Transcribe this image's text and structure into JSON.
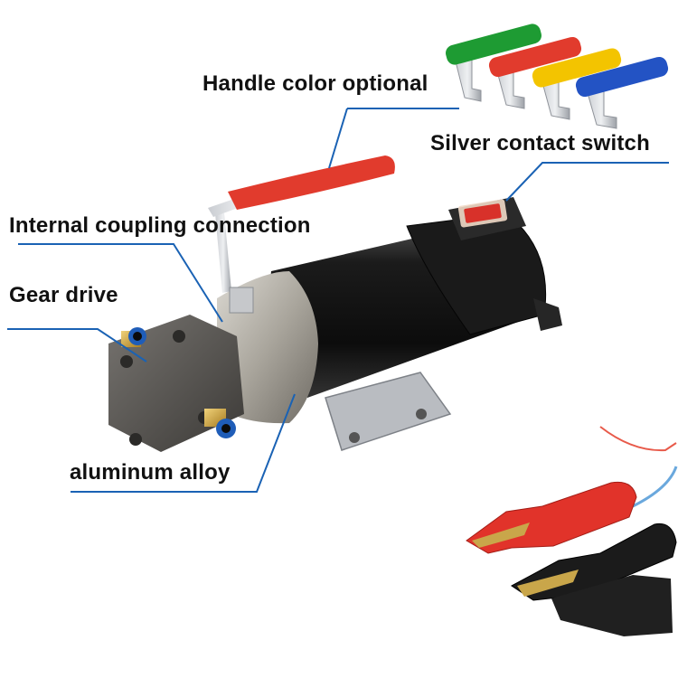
{
  "labels": {
    "handle_color": "Handle color optional",
    "silver_switch": "Silver contact switch",
    "internal_coupling": "Internal coupling connection",
    "gear_drive": "Gear drive",
    "aluminum_alloy": "aluminum alloy"
  },
  "colors": {
    "leader_line": "#1a62b4",
    "handle_green": "#1e9b33",
    "handle_red": "#e13b2d",
    "handle_yellow": "#f3c400",
    "handle_blue": "#2353c4",
    "motor_body": "#141414",
    "pump_body": "#b9b5ad",
    "clip_red": "#e1332a",
    "clip_black": "#1b1b1b",
    "wire_blue": "#6aa8dd",
    "wire_red": "#e85a4a"
  }
}
